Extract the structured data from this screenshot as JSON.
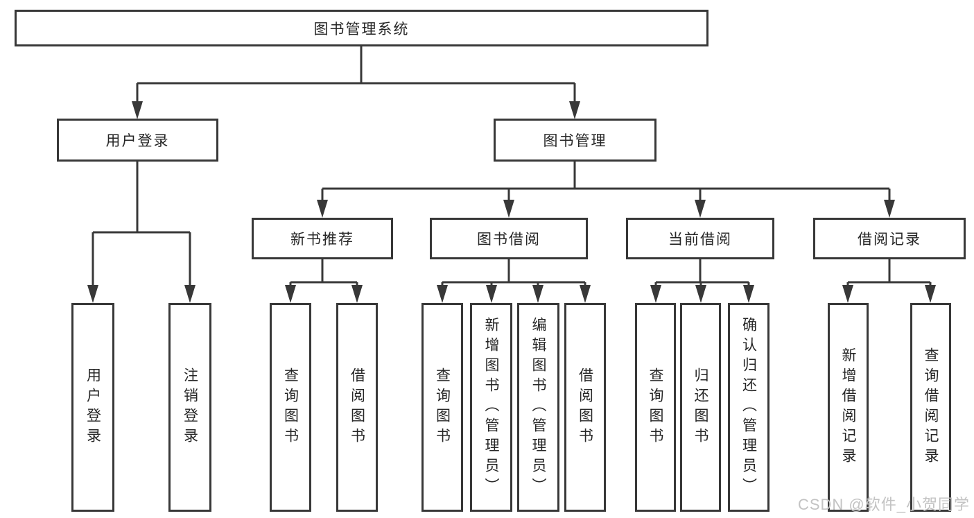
{
  "tree": {
    "label": "图书管理系统",
    "children": [
      {
        "label": "用户登录",
        "children": [
          {
            "label": "用户登录"
          },
          {
            "label": "注销登录"
          }
        ]
      },
      {
        "label": "图书管理",
        "children": [
          {
            "label": "新书推荐",
            "children": [
              {
                "label": "查询图书"
              },
              {
                "label": "借阅图书"
              }
            ]
          },
          {
            "label": "图书借阅",
            "children": [
              {
                "label": "查询图书"
              },
              {
                "label": "新增图书（管理员）"
              },
              {
                "label": "编辑图书（管理员）"
              },
              {
                "label": "借阅图书"
              }
            ]
          },
          {
            "label": "当前借阅",
            "children": [
              {
                "label": "查询图书"
              },
              {
                "label": "归还图书"
              },
              {
                "label": "确认归还（管理员）"
              }
            ]
          },
          {
            "label": "借阅记录",
            "children": [
              {
                "label": "新增借阅记录"
              },
              {
                "label": "查询借阅记录"
              }
            ]
          }
        ]
      }
    ]
  },
  "colors": {
    "box_border": "#383838",
    "connector": "#383838",
    "text": "#262626",
    "watermark": "#c3c3c3"
  },
  "watermark": {
    "text": "CSDN @软件_小贺同学"
  }
}
